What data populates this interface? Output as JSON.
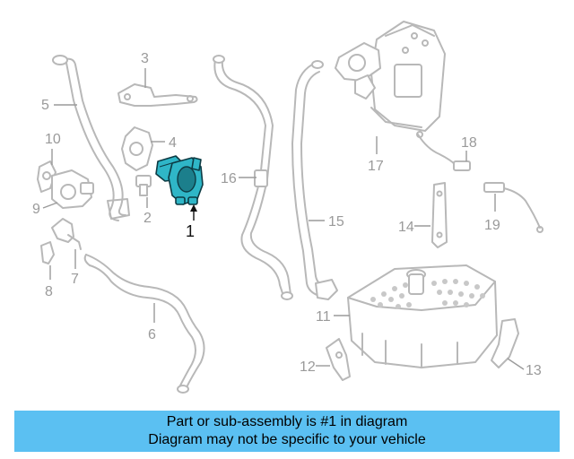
{
  "callouts": {
    "c1": "1",
    "c2": "2",
    "c3": "3",
    "c4": "4",
    "c5": "5",
    "c6": "6",
    "c7": "7",
    "c8": "8",
    "c9": "9",
    "c10": "10",
    "c11": "11",
    "c12": "12",
    "c13": "13",
    "c14": "14",
    "c15": "15",
    "c16": "16",
    "c17": "17",
    "c18": "18",
    "c19": "19"
  },
  "banner": {
    "line1": "Part or sub-assembly is #1 in diagram",
    "line2": "Diagram may not be specific to your vehicle"
  },
  "colors": {
    "highlight": "#2fb6c7",
    "banner": "#5bc0f2",
    "linework": "#b8b8b8"
  }
}
